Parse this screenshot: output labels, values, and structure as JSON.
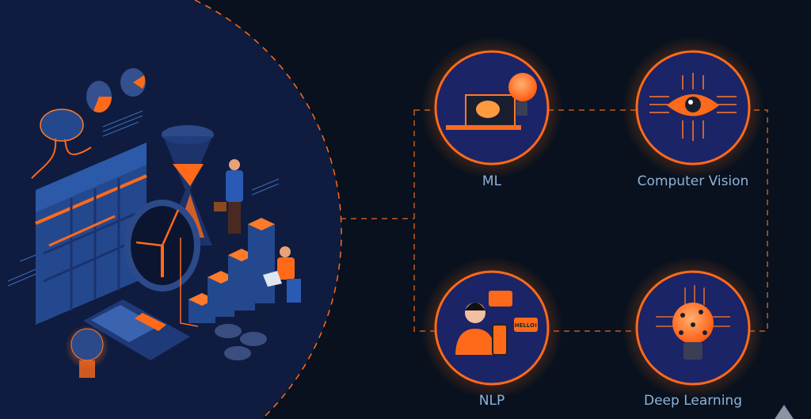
{
  "topics": [
    {
      "label": "ML",
      "icon": "laptop-brain-icon"
    },
    {
      "label": "Computer Vision",
      "icon": "circuit-eye-icon"
    },
    {
      "label": "NLP",
      "icon": "person-speech-icon"
    },
    {
      "label": "Deep Learning",
      "icon": "neural-bulb-icon"
    }
  ],
  "illustration": {
    "speech_bubble_text": "HELLO!"
  },
  "colors": {
    "background": "#08111d",
    "circle_fill": "#1b2466",
    "accent": "#ff6a1a",
    "label": "#8fb3da",
    "hero": "#0f1c3f"
  }
}
